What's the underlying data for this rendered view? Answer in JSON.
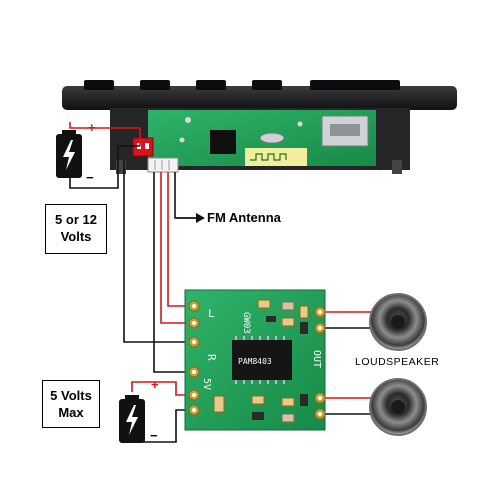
{
  "labels": {
    "supply_main_line1": "5 or 12",
    "supply_main_line2": "Volts",
    "fm_antenna": "FM Antenna",
    "supply_amp_line1": "5 Volts",
    "supply_amp_line2": "Max",
    "loudspeaker": "LOUDSPEAKER",
    "plus": "+",
    "minus": "−"
  },
  "amp_board": {
    "silk_l": "L",
    "silk_r": "R",
    "silk_5v": "5V",
    "silk_code": "GW03",
    "silk_out": "OUT",
    "chip_text": "PAM8403"
  },
  "colors": {
    "wire_red": "#d7141a",
    "wire_black": "#111111",
    "pcb_green": "#1f9a55",
    "module_black": "#1c1c1e",
    "speaker_grey": "#8a8a8a"
  },
  "icons": [
    "battery-icon",
    "battery-icon",
    "speaker-icon",
    "speaker-icon",
    "arrow-right-icon"
  ]
}
